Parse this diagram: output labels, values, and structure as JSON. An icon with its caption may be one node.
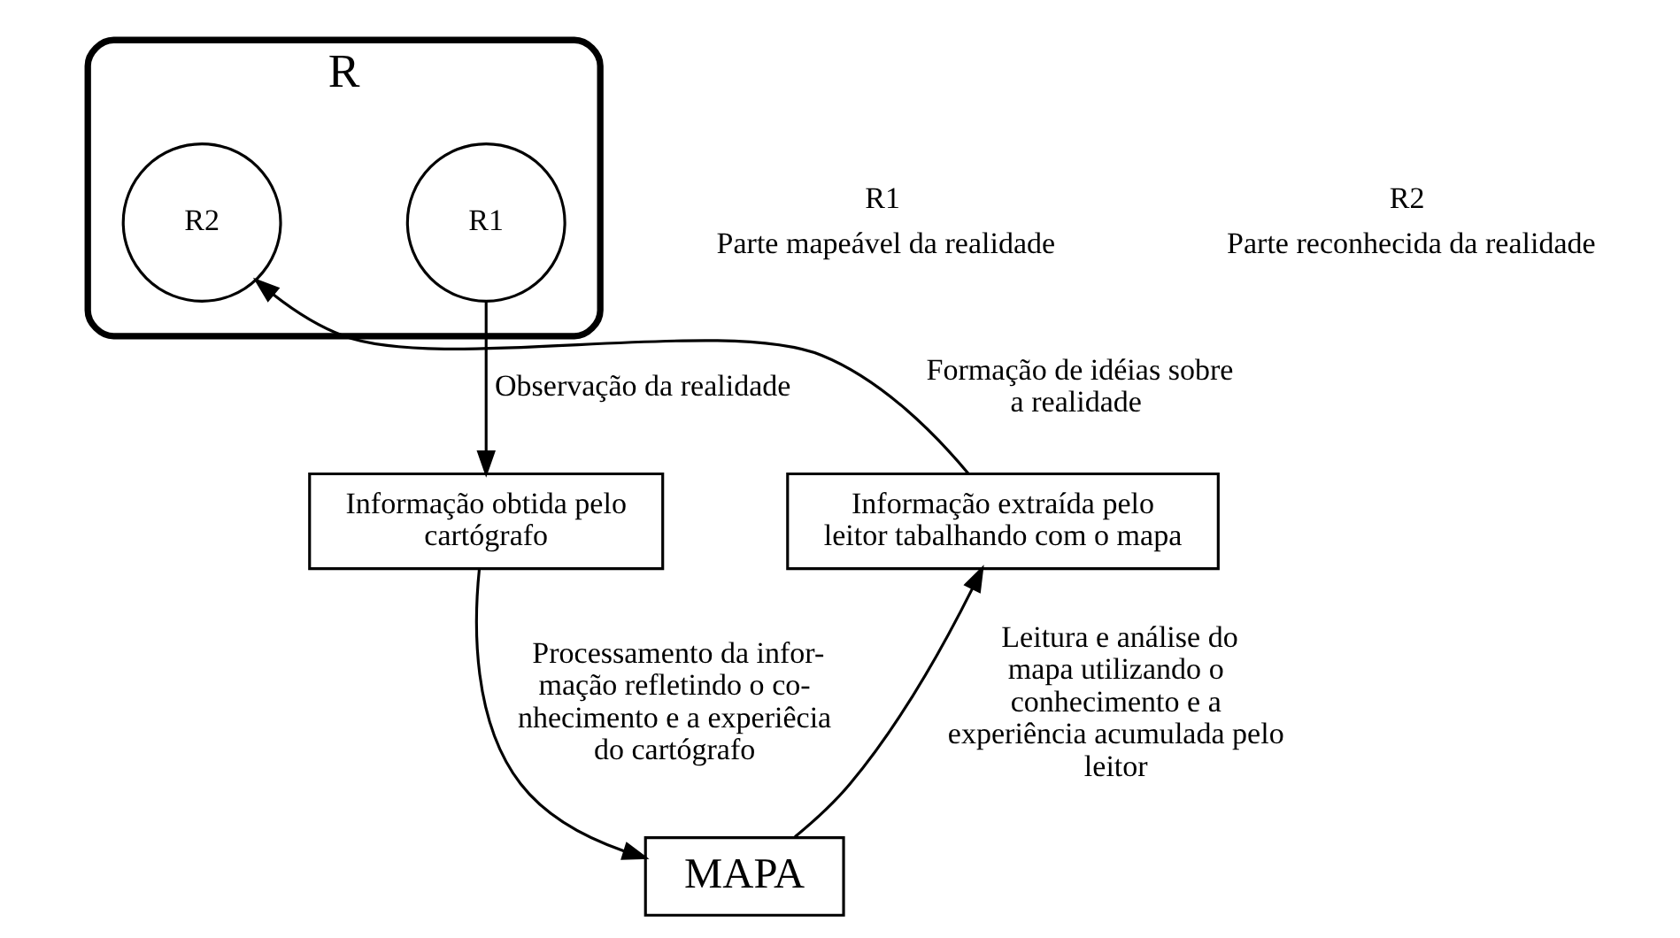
{
  "diagram": {
    "nodes": [
      {
        "text": [
          "R"
        ]
      },
      {
        "text": [
          "R1"
        ],
        "in": 0
      },
      {
        "text": [
          "R2"
        ],
        "in": 0
      },
      {
        "text": [
          "Informação obtida pelo cartógrafo"
        ]
      },
      {
        "text": [
          "MAPA"
        ]
      },
      {
        "text": [
          "Informação extraída pelo leitor tabalhando com o mapa"
        ]
      }
    ],
    "edges": [
      {
        "from": 1,
        "to": 3,
        "arrow": "to",
        "label": "Observação da realidade"
      },
      {
        "from": 3,
        "to": 4,
        "arrow": "to",
        "label": "Processamento da infor- mação refletindo o co- nhecimento e a experiêcia do cartógrafo"
      },
      {
        "from": 4,
        "to": 5,
        "arrow": "to",
        "label": "Leitura e análise do mapa utilizando o conhecimento e a experiência acumulada pelo leitor"
      },
      {
        "from": 5,
        "to": 2,
        "arrow": "to",
        "label": "Formação de idéias sobre a realidade"
      }
    ],
    "labels": [
      "R1",
      "Parte mapeável da realidade",
      "R2",
      "Parte reconhecida da realidade"
    ]
  }
}
